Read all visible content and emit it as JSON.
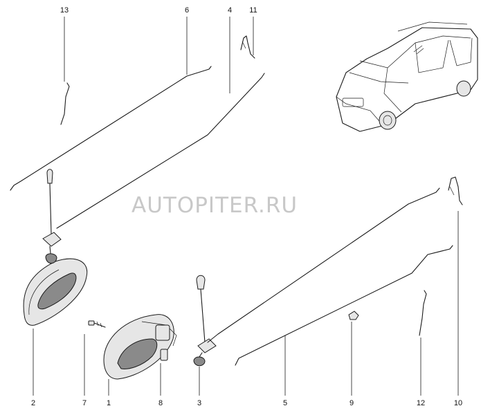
{
  "watermark": "AUTOPITER.RU",
  "callouts": {
    "c1": "1",
    "c2": "2",
    "c3": "3",
    "c4": "4",
    "c5": "5",
    "c6": "6",
    "c7": "7",
    "c8": "8",
    "c9": "9",
    "c10": "10",
    "c11": "11",
    "c12": "12",
    "c13": "13"
  }
}
